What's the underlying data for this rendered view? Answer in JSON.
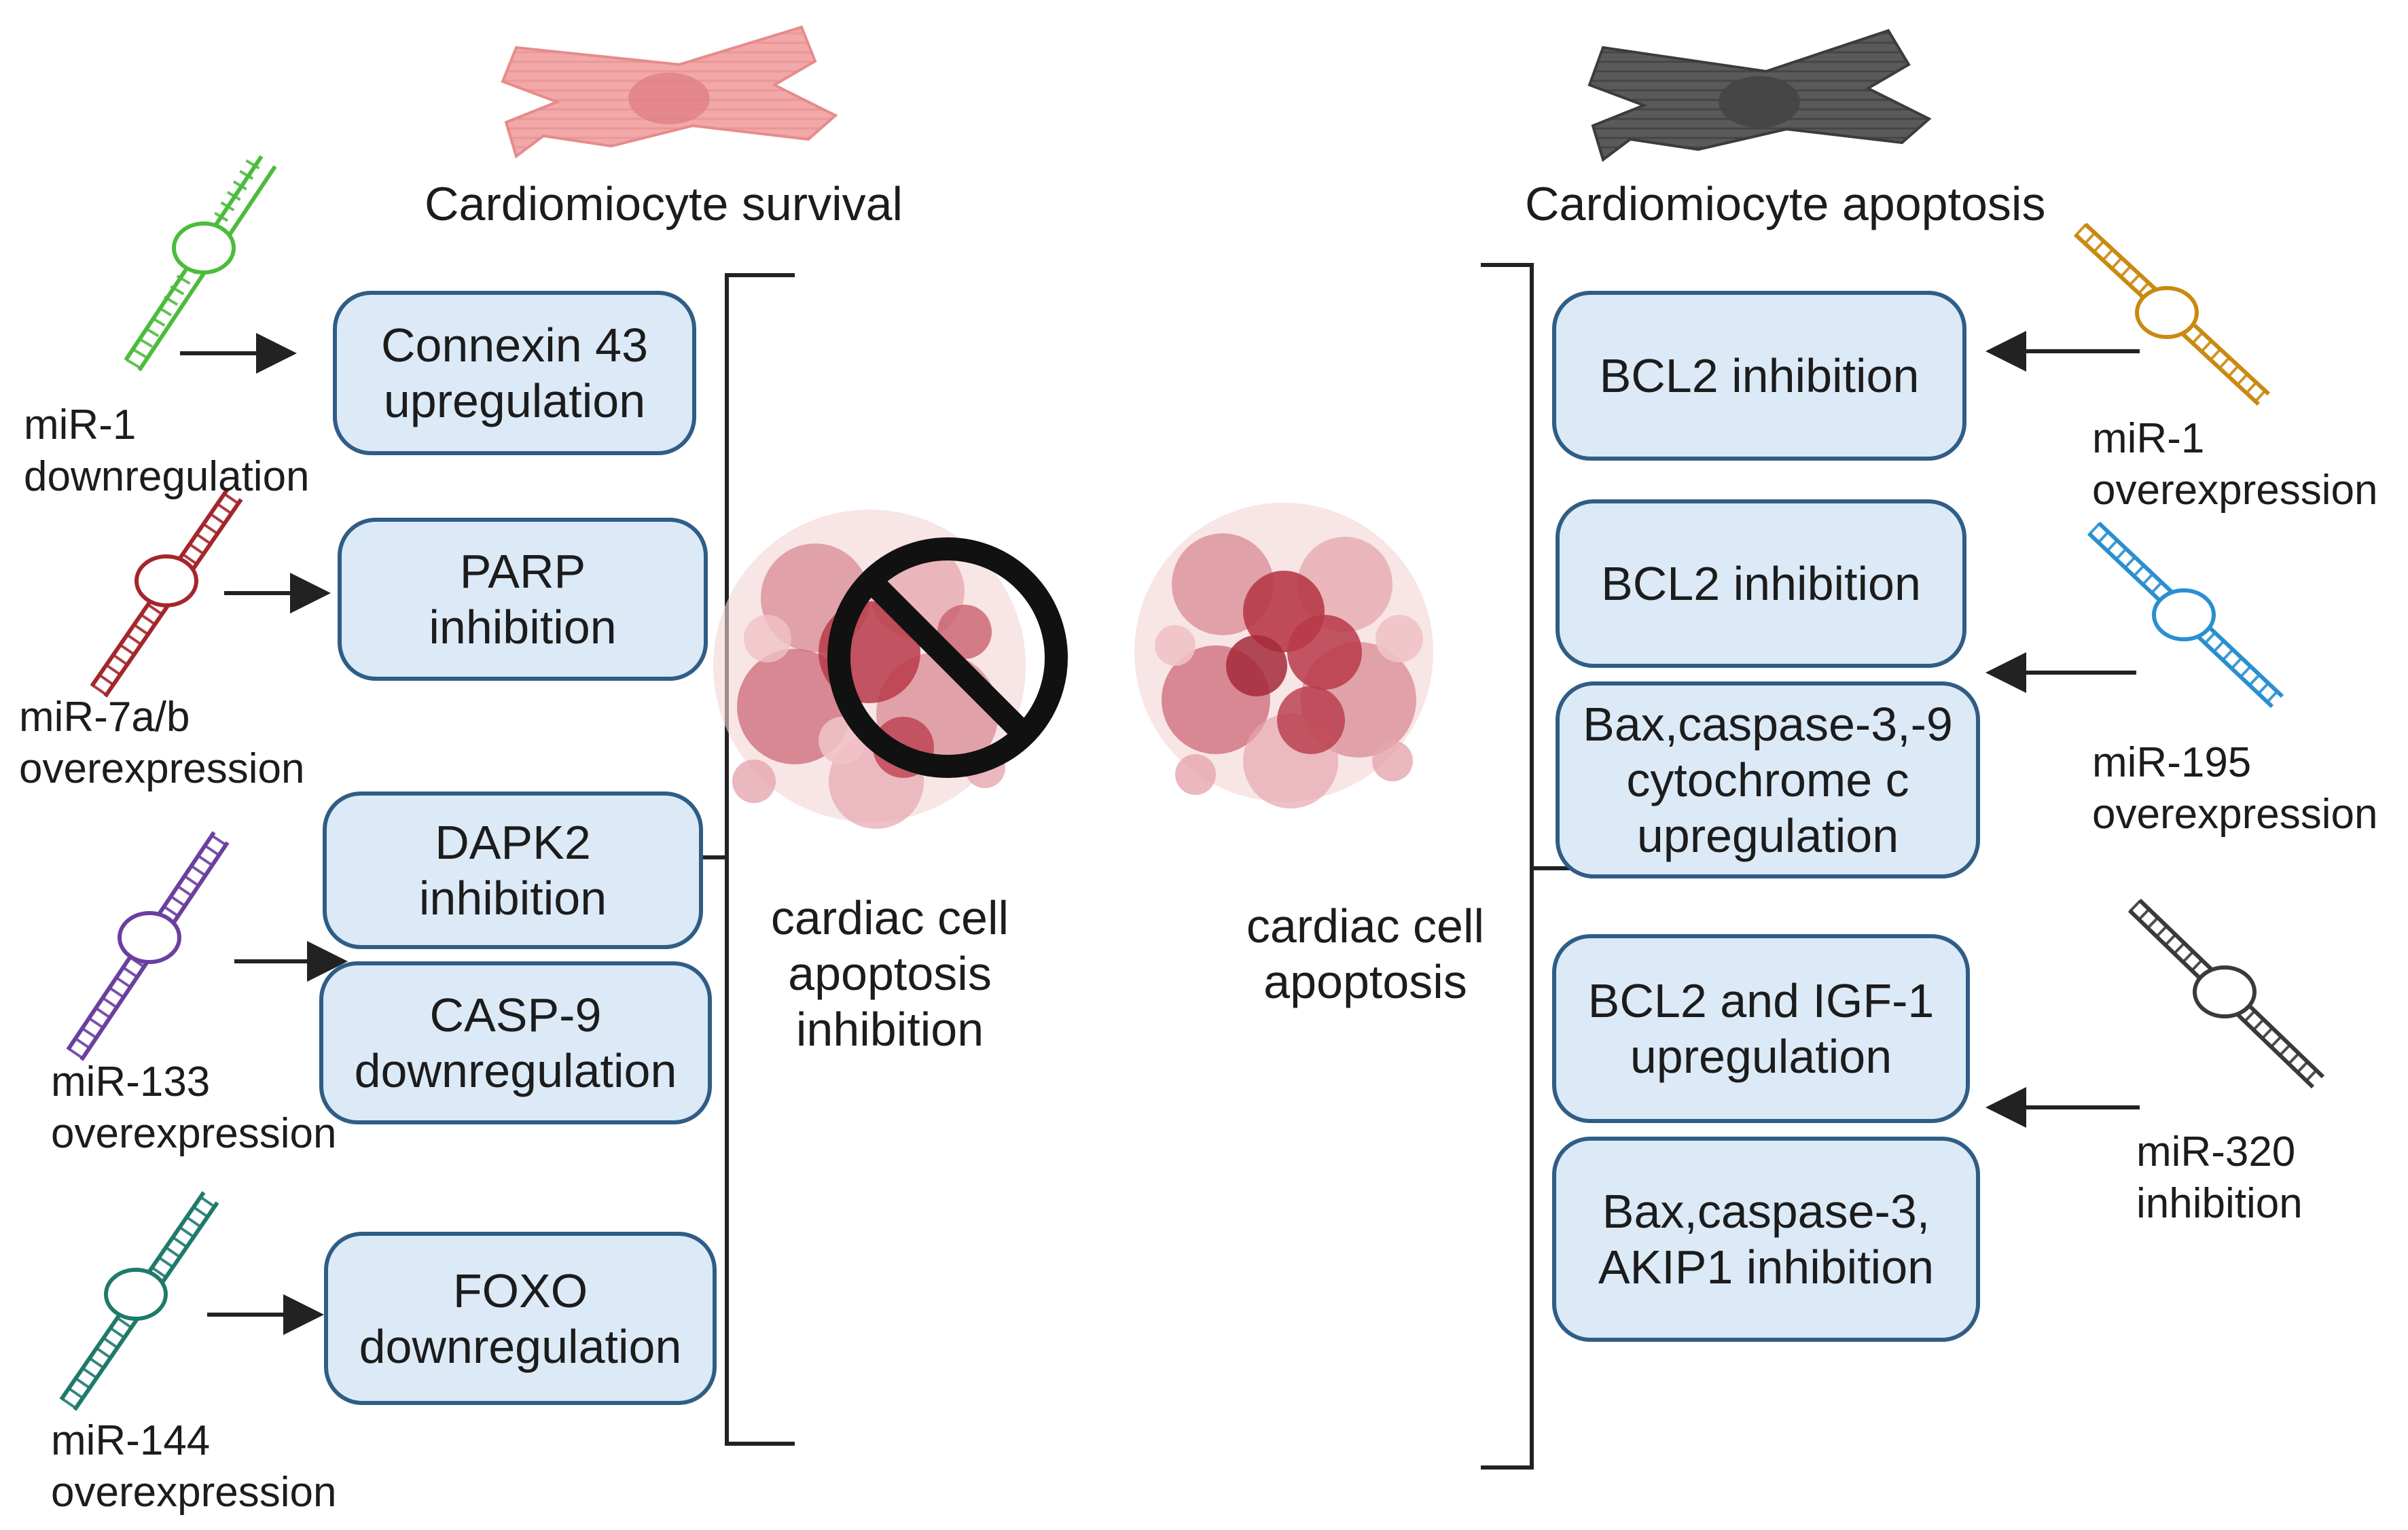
{
  "left": {
    "heading": "Cardiomiocyte survival",
    "center_label": "cardiac cell\napoptosis\ninhibition",
    "mirnas": [
      {
        "label": "miR-1\ndownregulation",
        "color": "#4cbb3c"
      },
      {
        "label": "miR-7a/b\noverexpression",
        "color": "#a4262c"
      },
      {
        "label": "miR-133\noverexpression",
        "color": "#6b3fa0"
      },
      {
        "label": "miR-144\noverexpression",
        "color": "#1f7a6b"
      }
    ],
    "boxes": [
      "Connexin 43\nupregulation",
      "PARP\ninhibition",
      "DAPK2\ninhibition",
      "CASP-9\ndownregulation",
      "FOXO\ndownregulation"
    ]
  },
  "right": {
    "heading": "Cardiomiocyte apoptosis",
    "center_label": "cardiac cell\napoptosis",
    "mirnas": [
      {
        "label": "miR-1\noverexpression",
        "color": "#c98a10"
      },
      {
        "label": "miR-195\noverexpression",
        "color": "#2a8fd0"
      },
      {
        "label": "miR-320\ninhibition",
        "color": "#3a3a3a"
      }
    ],
    "boxes": [
      "BCL2 inhibition",
      "BCL2 inhibition",
      "Bax,caspase-3,-9\ncytochrome c\nupregulation",
      "BCL2 and IGF-1\nupregulation",
      "Bax,caspase-3,\nAKIP1 inhibition"
    ]
  },
  "colors": {
    "box_fill": "#dce9f7",
    "box_border": "#2f5d85",
    "healthy_cell": "#f2a8a8",
    "dead_cell": "#555555",
    "cluster": "#b83a48"
  },
  "icons": [
    "cardiomyocyte-healthy-icon",
    "cardiomyocyte-dead-icon",
    "rna-hairpin-icon",
    "prohibited-icon",
    "apoptotic-cluster-icon"
  ]
}
